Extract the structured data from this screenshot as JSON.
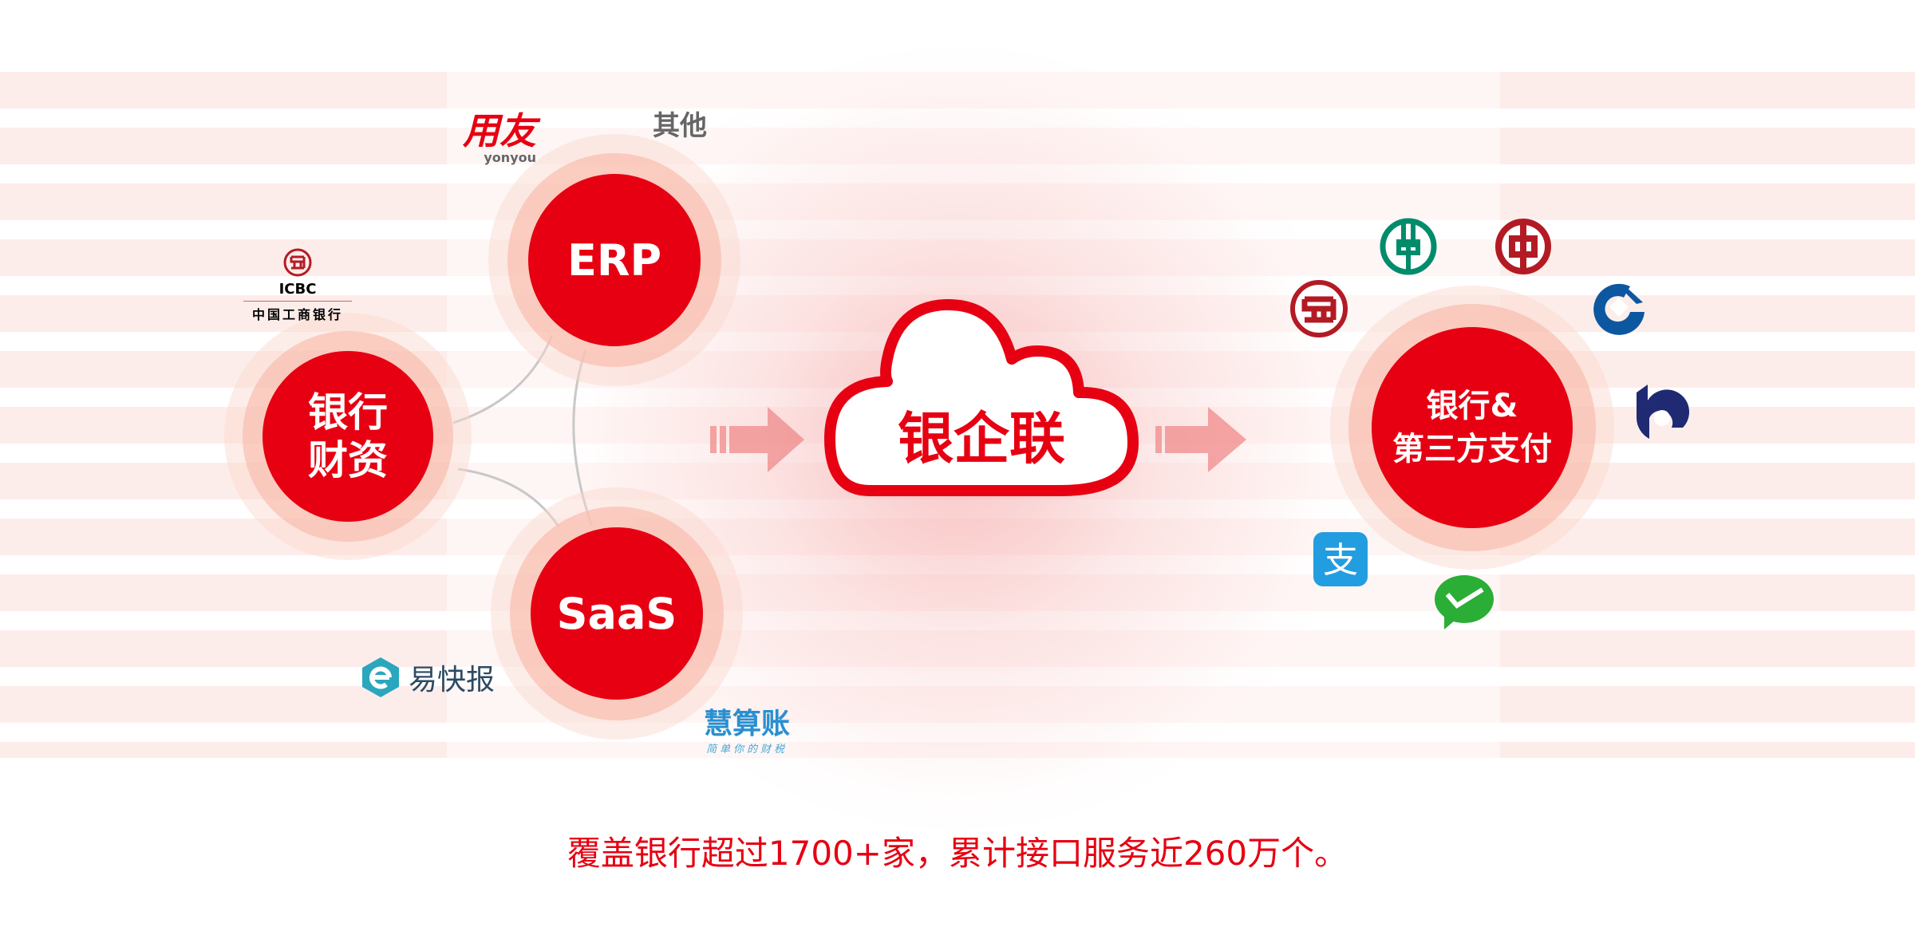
{
  "nodes": {
    "bank_treasury": "银行\n财资",
    "bank_treasury_line1": "银行",
    "bank_treasury_line2": "财资",
    "erp": "ERP",
    "saas": "SaaS",
    "center": "银企联",
    "right_line1": "银行&",
    "right_line2": "第三方支付"
  },
  "left_logos": {
    "yonyou": "用友",
    "yonyou_sub": "yonyou",
    "others": "其他",
    "icbc_en": "ICBC",
    "icbc_cn": "中国工商银行",
    "yikuaibao": "易快报",
    "huisuanzhang": "慧算账",
    "huisuanzhang_sub": "简单你的财税"
  },
  "right_logos": [
    "icbc-logo",
    "abc-logo",
    "boc-logo",
    "ccb-logo",
    "bocom-logo",
    "alipay-logo",
    "wechat-pay-logo"
  ],
  "alipay_char": "支",
  "caption": "覆盖银行超过1700+家，累计接口服务近260万个。",
  "colors": {
    "brand_red": "#e60012",
    "ring": "#f8c3b5",
    "abc_green": "#008c6b",
    "boc_red": "#b31b24",
    "ccb_blue": "#0d57a1",
    "bocom_navy": "#1f2a73",
    "alipay_blue": "#229de0",
    "wechat_green": "#2aae36"
  }
}
